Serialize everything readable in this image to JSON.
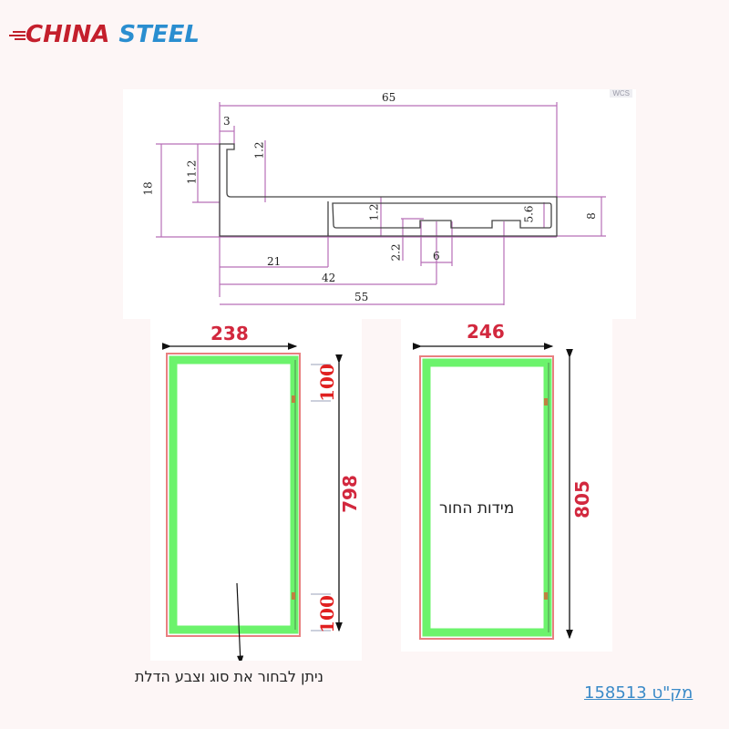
{
  "brand": {
    "name_part1": "CHINA",
    "name_part2": "STEEL",
    "color_red": "#c41f2c",
    "color_blue": "#2a8ed0"
  },
  "profile_drawing": {
    "badge": "WCS",
    "line_color": "#b86fb8",
    "dimensions": {
      "total_width": "65",
      "lip_width": "3",
      "lip_thickness": "1.2",
      "inner_height": "11.2",
      "total_height": "18",
      "channel_height": "8",
      "channel_wall": "1.2",
      "channel_inner_height": "5.6",
      "groove_depth": "2.2",
      "groove_width": "6",
      "offset_21": "21",
      "offset_42": "42",
      "offset_55": "55"
    }
  },
  "frames": {
    "left": {
      "width": "238",
      "height": "798",
      "hinge_top": "100",
      "hinge_bottom": "100"
    },
    "right": {
      "width": "246",
      "height": "805",
      "label": "מידות החור"
    },
    "colors": {
      "outer": "#e88080",
      "frame": "#6cf36c",
      "dim": "#d2283e"
    }
  },
  "note": "ניתן לבחור  את סוג וצבע הדלת",
  "sku_link": "מק\"ט 158513"
}
